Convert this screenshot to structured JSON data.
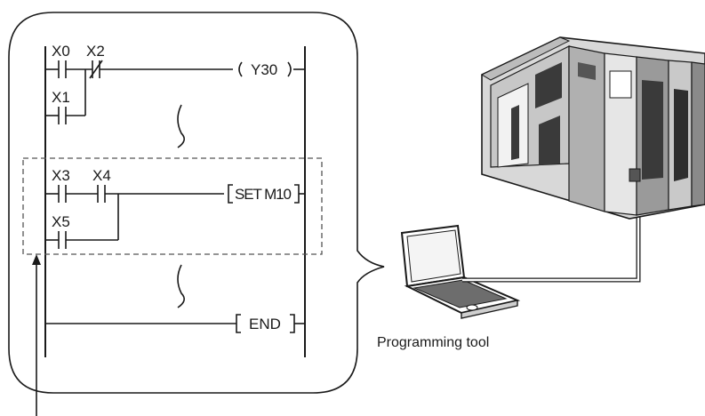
{
  "ladder": {
    "rung1": {
      "contacts": [
        "X0",
        "X2",
        "X1"
      ],
      "coil": "Y30"
    },
    "rung2": {
      "contacts": [
        "X3",
        "X4",
        "X5"
      ],
      "instruction": "SET M10"
    },
    "end_label": "END"
  },
  "caption": "Programming tool",
  "colors": {
    "line": "#1a1a1a",
    "dashed_box": "#555555",
    "plc_body": "#d8d8d8",
    "plc_dark": "#3a3a3a"
  }
}
